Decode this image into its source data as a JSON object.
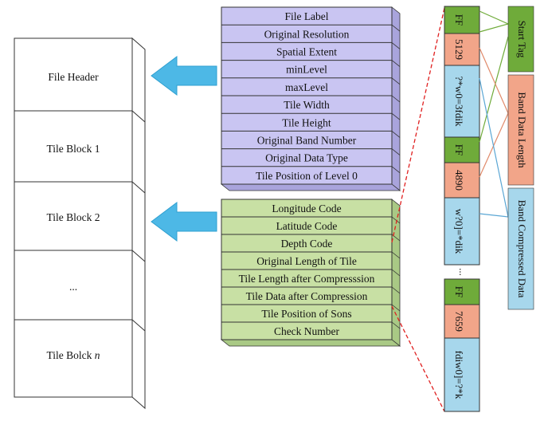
{
  "file_structure": {
    "blocks": [
      {
        "label": "File Header"
      },
      {
        "label": "Tile Block 1"
      },
      {
        "label": "Tile Block 2"
      },
      {
        "label": "..."
      },
      {
        "label": "Tile Bolck",
        "suffix": "n"
      }
    ]
  },
  "header_fields": {
    "color": "#c9c5f2",
    "items": [
      "File Label",
      "Original Resolution",
      "Spatial Extent",
      "minLevel",
      "maxLevel",
      "Tile Width",
      "Tile Height",
      "Original Band Number",
      "Original Data Type",
      "Tile Position of Level 0"
    ]
  },
  "tile_fields": {
    "color": "#c8e0a4",
    "items": [
      "Longitude Code",
      "Latitude Code",
      "Depth Code",
      "Original Length of Tile",
      "Tile Length after Compresssion",
      "Tile Data after Compression",
      "Tile Position of Sons",
      "Check Number"
    ]
  },
  "bands": {
    "groups": [
      {
        "start_tag": "FF",
        "length": "5129",
        "data": "?*w0=3fdik"
      },
      {
        "start_tag": "FF",
        "length": "4890",
        "data": "w?0]=*dik"
      },
      {
        "start_tag": "FF",
        "length": "7659",
        "data": "fdiw0]=?*k"
      }
    ],
    "ellipsis": "...",
    "colors": {
      "start_tag": "#6fab3a",
      "length": "#f2a589",
      "data": "#a7d7ec"
    }
  },
  "legend": [
    {
      "label": "Start Tag",
      "color": "#6fab3a"
    },
    {
      "label": "Band Data Length",
      "color": "#f2a589"
    },
    {
      "label": "Band Compressed Data",
      "color": "#a7d7ec"
    }
  ],
  "colors": {
    "arrow": "#4db8e6",
    "dashed": "#e02020"
  }
}
